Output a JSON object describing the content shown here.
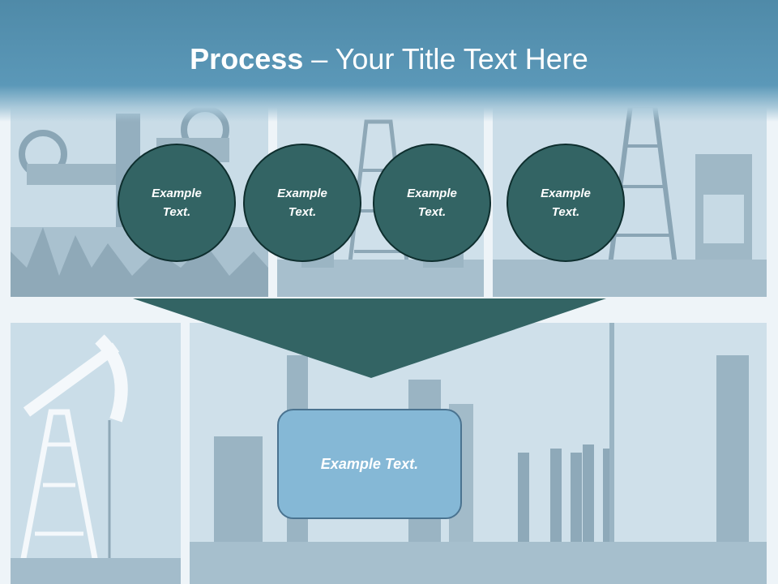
{
  "title": {
    "bold": "Process",
    "rest": " – Your Title Text Here"
  },
  "circles": [
    {
      "text": "Example Text."
    },
    {
      "text": "Example Text."
    },
    {
      "text": "Example Text."
    },
    {
      "text": "Example Text."
    }
  ],
  "bottom_box": {
    "text": "Example Text."
  },
  "colors": {
    "header": "#5b98b8",
    "circle_fill": "#336464",
    "arrow_fill": "#336464",
    "box_fill": "#85b8d6"
  }
}
